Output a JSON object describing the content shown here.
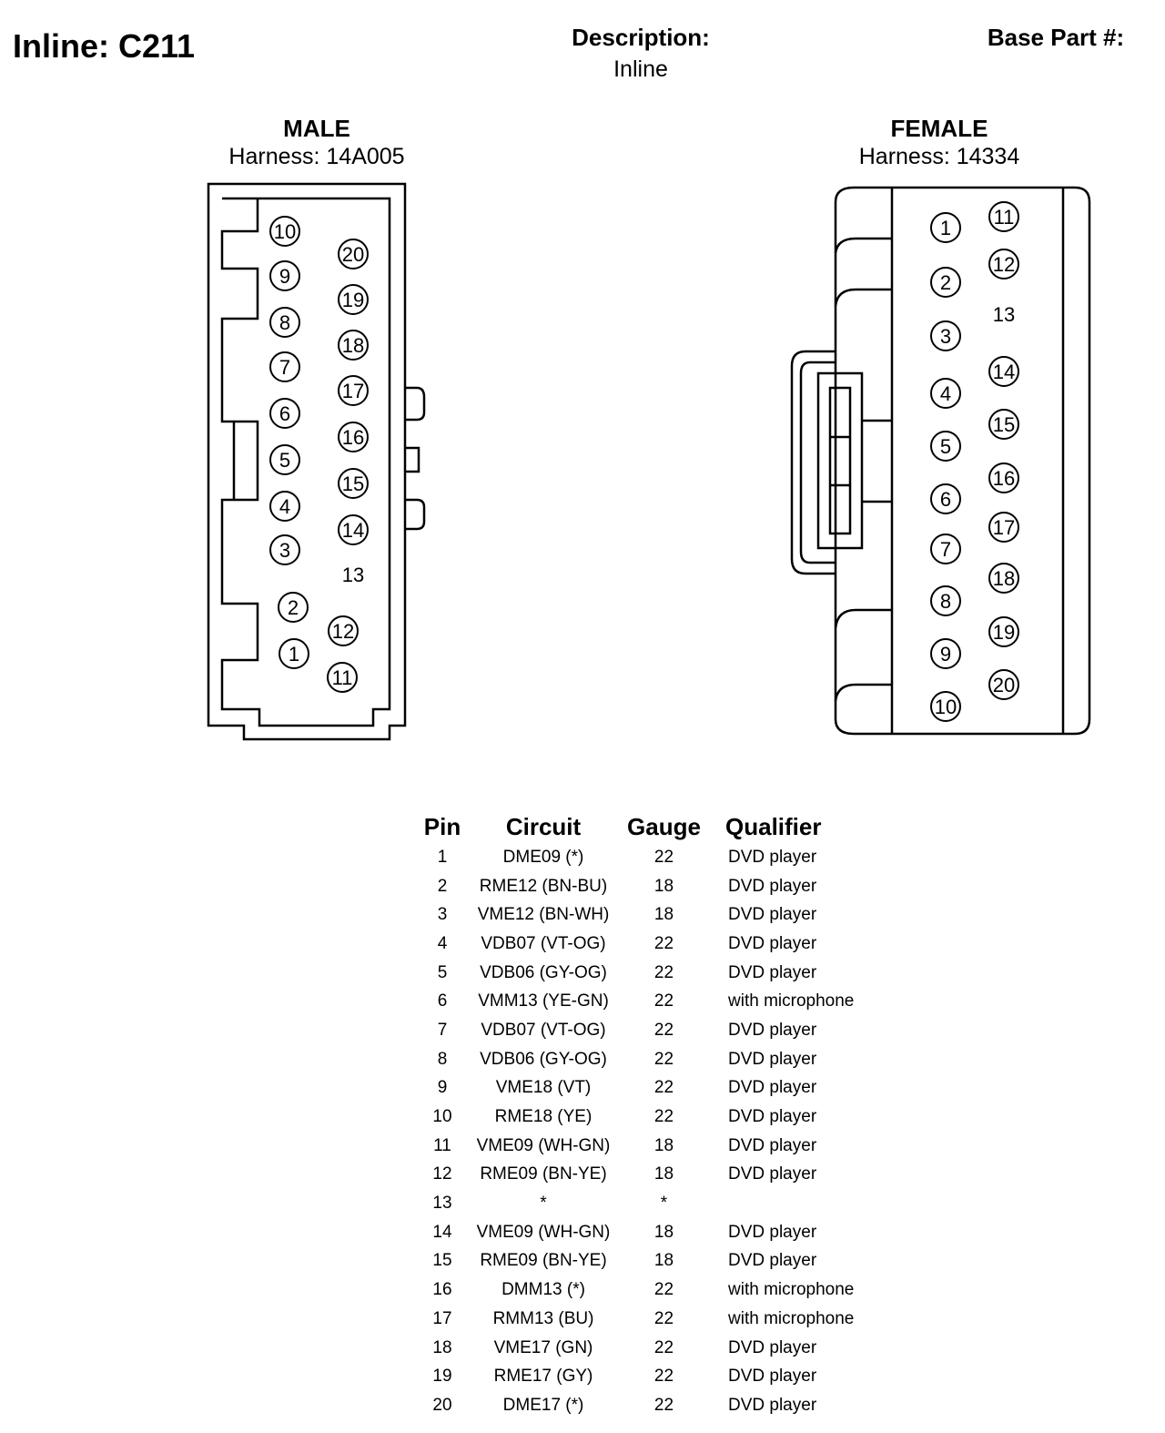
{
  "header": {
    "title": "Inline: C211",
    "description_label": "Description:",
    "description_value": "Inline",
    "base_part_label": "Base Part #:"
  },
  "male": {
    "label": "MALE",
    "harness": "Harness: 14A005",
    "pins": [
      "10",
      "9",
      "8",
      "7",
      "6",
      "5",
      "4",
      "3",
      "2",
      "1",
      "20",
      "19",
      "18",
      "17",
      "16",
      "15",
      "14",
      "13",
      "12",
      "11"
    ]
  },
  "female": {
    "label": "FEMALE",
    "harness": "Harness: 14334",
    "pins": [
      "1",
      "2",
      "3",
      "4",
      "5",
      "6",
      "7",
      "8",
      "9",
      "10",
      "11",
      "12",
      "13",
      "14",
      "15",
      "16",
      "17",
      "18",
      "19",
      "20"
    ]
  },
  "table": {
    "headers": [
      "Pin",
      "Circuit",
      "Gauge",
      "Qualifier"
    ],
    "rows": [
      [
        "1",
        "DME09 (*)",
        "22",
        "DVD player"
      ],
      [
        "2",
        "RME12 (BN-BU)",
        "18",
        "DVD player"
      ],
      [
        "3",
        "VME12 (BN-WH)",
        "18",
        "DVD player"
      ],
      [
        "4",
        "VDB07 (VT-OG)",
        "22",
        "DVD player"
      ],
      [
        "5",
        "VDB06 (GY-OG)",
        "22",
        "DVD player"
      ],
      [
        "6",
        "VMM13 (YE-GN)",
        "22",
        "with microphone"
      ],
      [
        "7",
        "VDB07 (VT-OG)",
        "22",
        "DVD player"
      ],
      [
        "8",
        "VDB06 (GY-OG)",
        "22",
        "DVD player"
      ],
      [
        "9",
        "VME18 (VT)",
        "22",
        "DVD player"
      ],
      [
        "10",
        "RME18 (YE)",
        "22",
        "DVD player"
      ],
      [
        "11",
        "VME09 (WH-GN)",
        "18",
        "DVD player"
      ],
      [
        "12",
        "RME09 (BN-YE)",
        "18",
        "DVD player"
      ],
      [
        "13",
        "*",
        "*",
        ""
      ],
      [
        "14",
        "VME09 (WH-GN)",
        "18",
        "DVD player"
      ],
      [
        "15",
        "RME09 (BN-YE)",
        "18",
        "DVD player"
      ],
      [
        "16",
        "DMM13 (*)",
        "22",
        "with microphone"
      ],
      [
        "17",
        "RMM13 (BU)",
        "22",
        "with microphone"
      ],
      [
        "18",
        "VME17 (GN)",
        "22",
        "DVD player"
      ],
      [
        "19",
        "RME17 (GY)",
        "22",
        "DVD player"
      ],
      [
        "20",
        "DME17 (*)",
        "22",
        "DVD player"
      ]
    ]
  }
}
